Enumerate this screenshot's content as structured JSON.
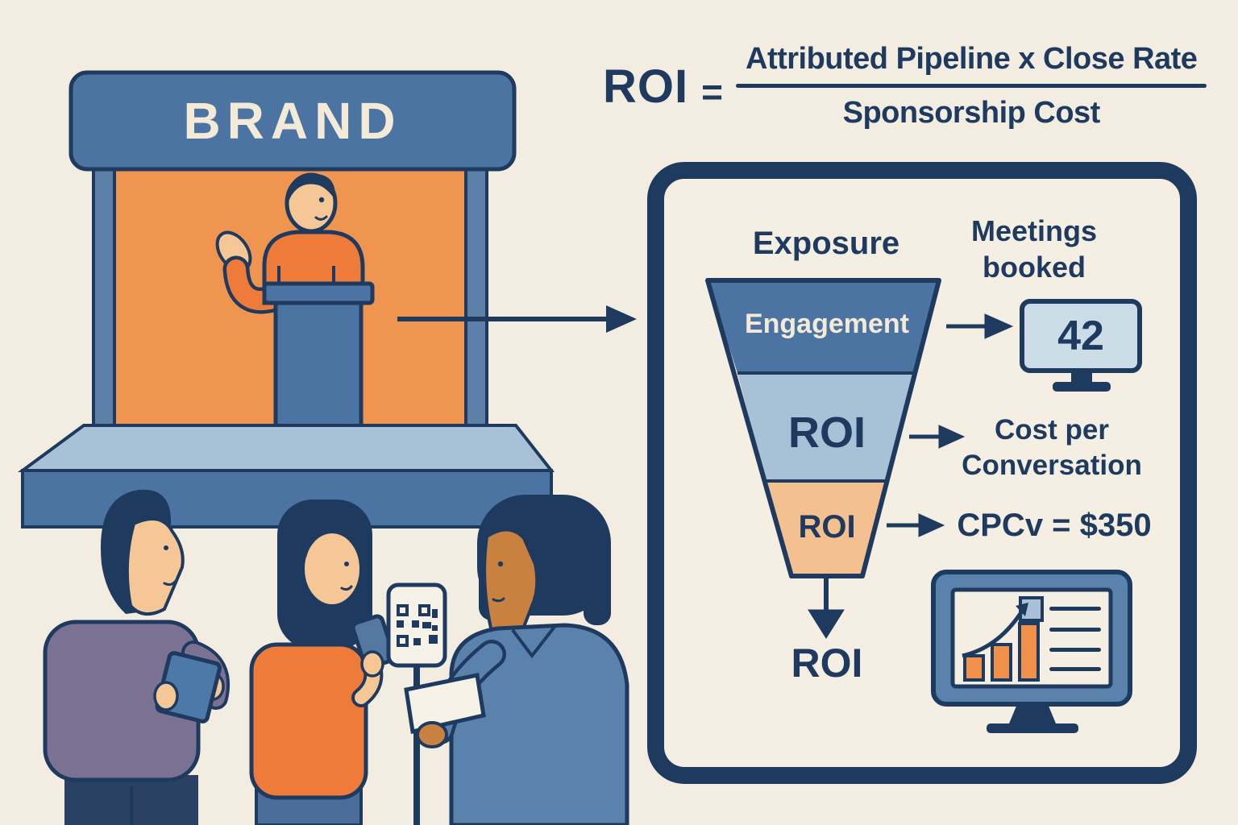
{
  "formula": {
    "lhs": "ROI",
    "equals": "=",
    "numerator": "Attributed Pipeline x Close Rate",
    "denominator": "Sponsorship Cost"
  },
  "booth": {
    "sign_text": "BRAND"
  },
  "panel": {
    "exposure_label": "Exposure",
    "meetings_label": "Meetings booked",
    "funnel_stage1": "Engagement",
    "funnel_stage2": "ROI",
    "funnel_stage3": "ROI",
    "funnel_output": "ROI",
    "monitor_value": "42",
    "cost_per_conversation_label": "Cost per Conversation",
    "cpcv_value": "CPCv = $350"
  },
  "icons": {
    "meetings_monitor": "monitor-icon",
    "analytics_monitor": "analytics-monitor-icon",
    "qr_sign": "qr-code-icon",
    "funnel": "funnel-icon",
    "flow_arrows": "arrow-icon"
  },
  "colors": {
    "background": "#f3ece1",
    "navy_outline": "#1e3a5f",
    "booth_blue": "#4c74a3",
    "light_blue": "#a9c1d6",
    "pale_blue_screen": "#ccdce6",
    "backdrop_orange": "#f0954f",
    "shirt_orange": "#ef7b3a",
    "funnel_peach": "#f5c08f",
    "cream_text": "#f3ead7",
    "sweater_purple": "#7b7193",
    "jacket_blue": "#5b82ad",
    "jeans_blue": "#4a6e99",
    "dark_pants": "#2b4163",
    "skin_light": "#f6c796",
    "skin_dark": "#c9813f"
  }
}
